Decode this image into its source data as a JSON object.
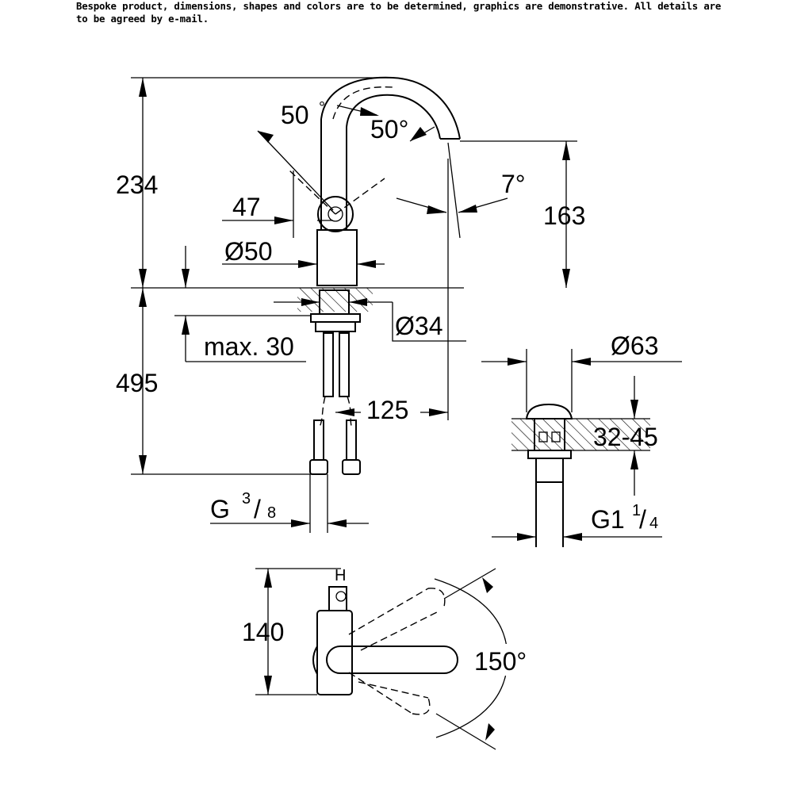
{
  "disclaimer": "Bespoke product, dimensions, shapes and colors are to be determined, graphics are demonstrative. All details are to be agreed by e-mail.",
  "labels": {
    "height_total": "234",
    "height_spout": "163",
    "spout_angle_left": "50",
    "spout_angle_left_sym": "°",
    "spout_angle_right": "50°",
    "tilt_angle": "7°",
    "lever_offset": "47",
    "body_diameter": "Ø50",
    "shank_diameter": "Ø34",
    "max_deck": "max. 30",
    "below_deck": "495",
    "reach": "125",
    "connection_main": "G",
    "connection_num": "3",
    "connection_den": "8",
    "waste_diameter": "Ø63",
    "waste_range": "32-45",
    "waste_thread_main": "G1",
    "waste_thread_num": "1",
    "waste_thread_den": "4",
    "plan_depth": "140",
    "rotation_angle": "150°"
  }
}
